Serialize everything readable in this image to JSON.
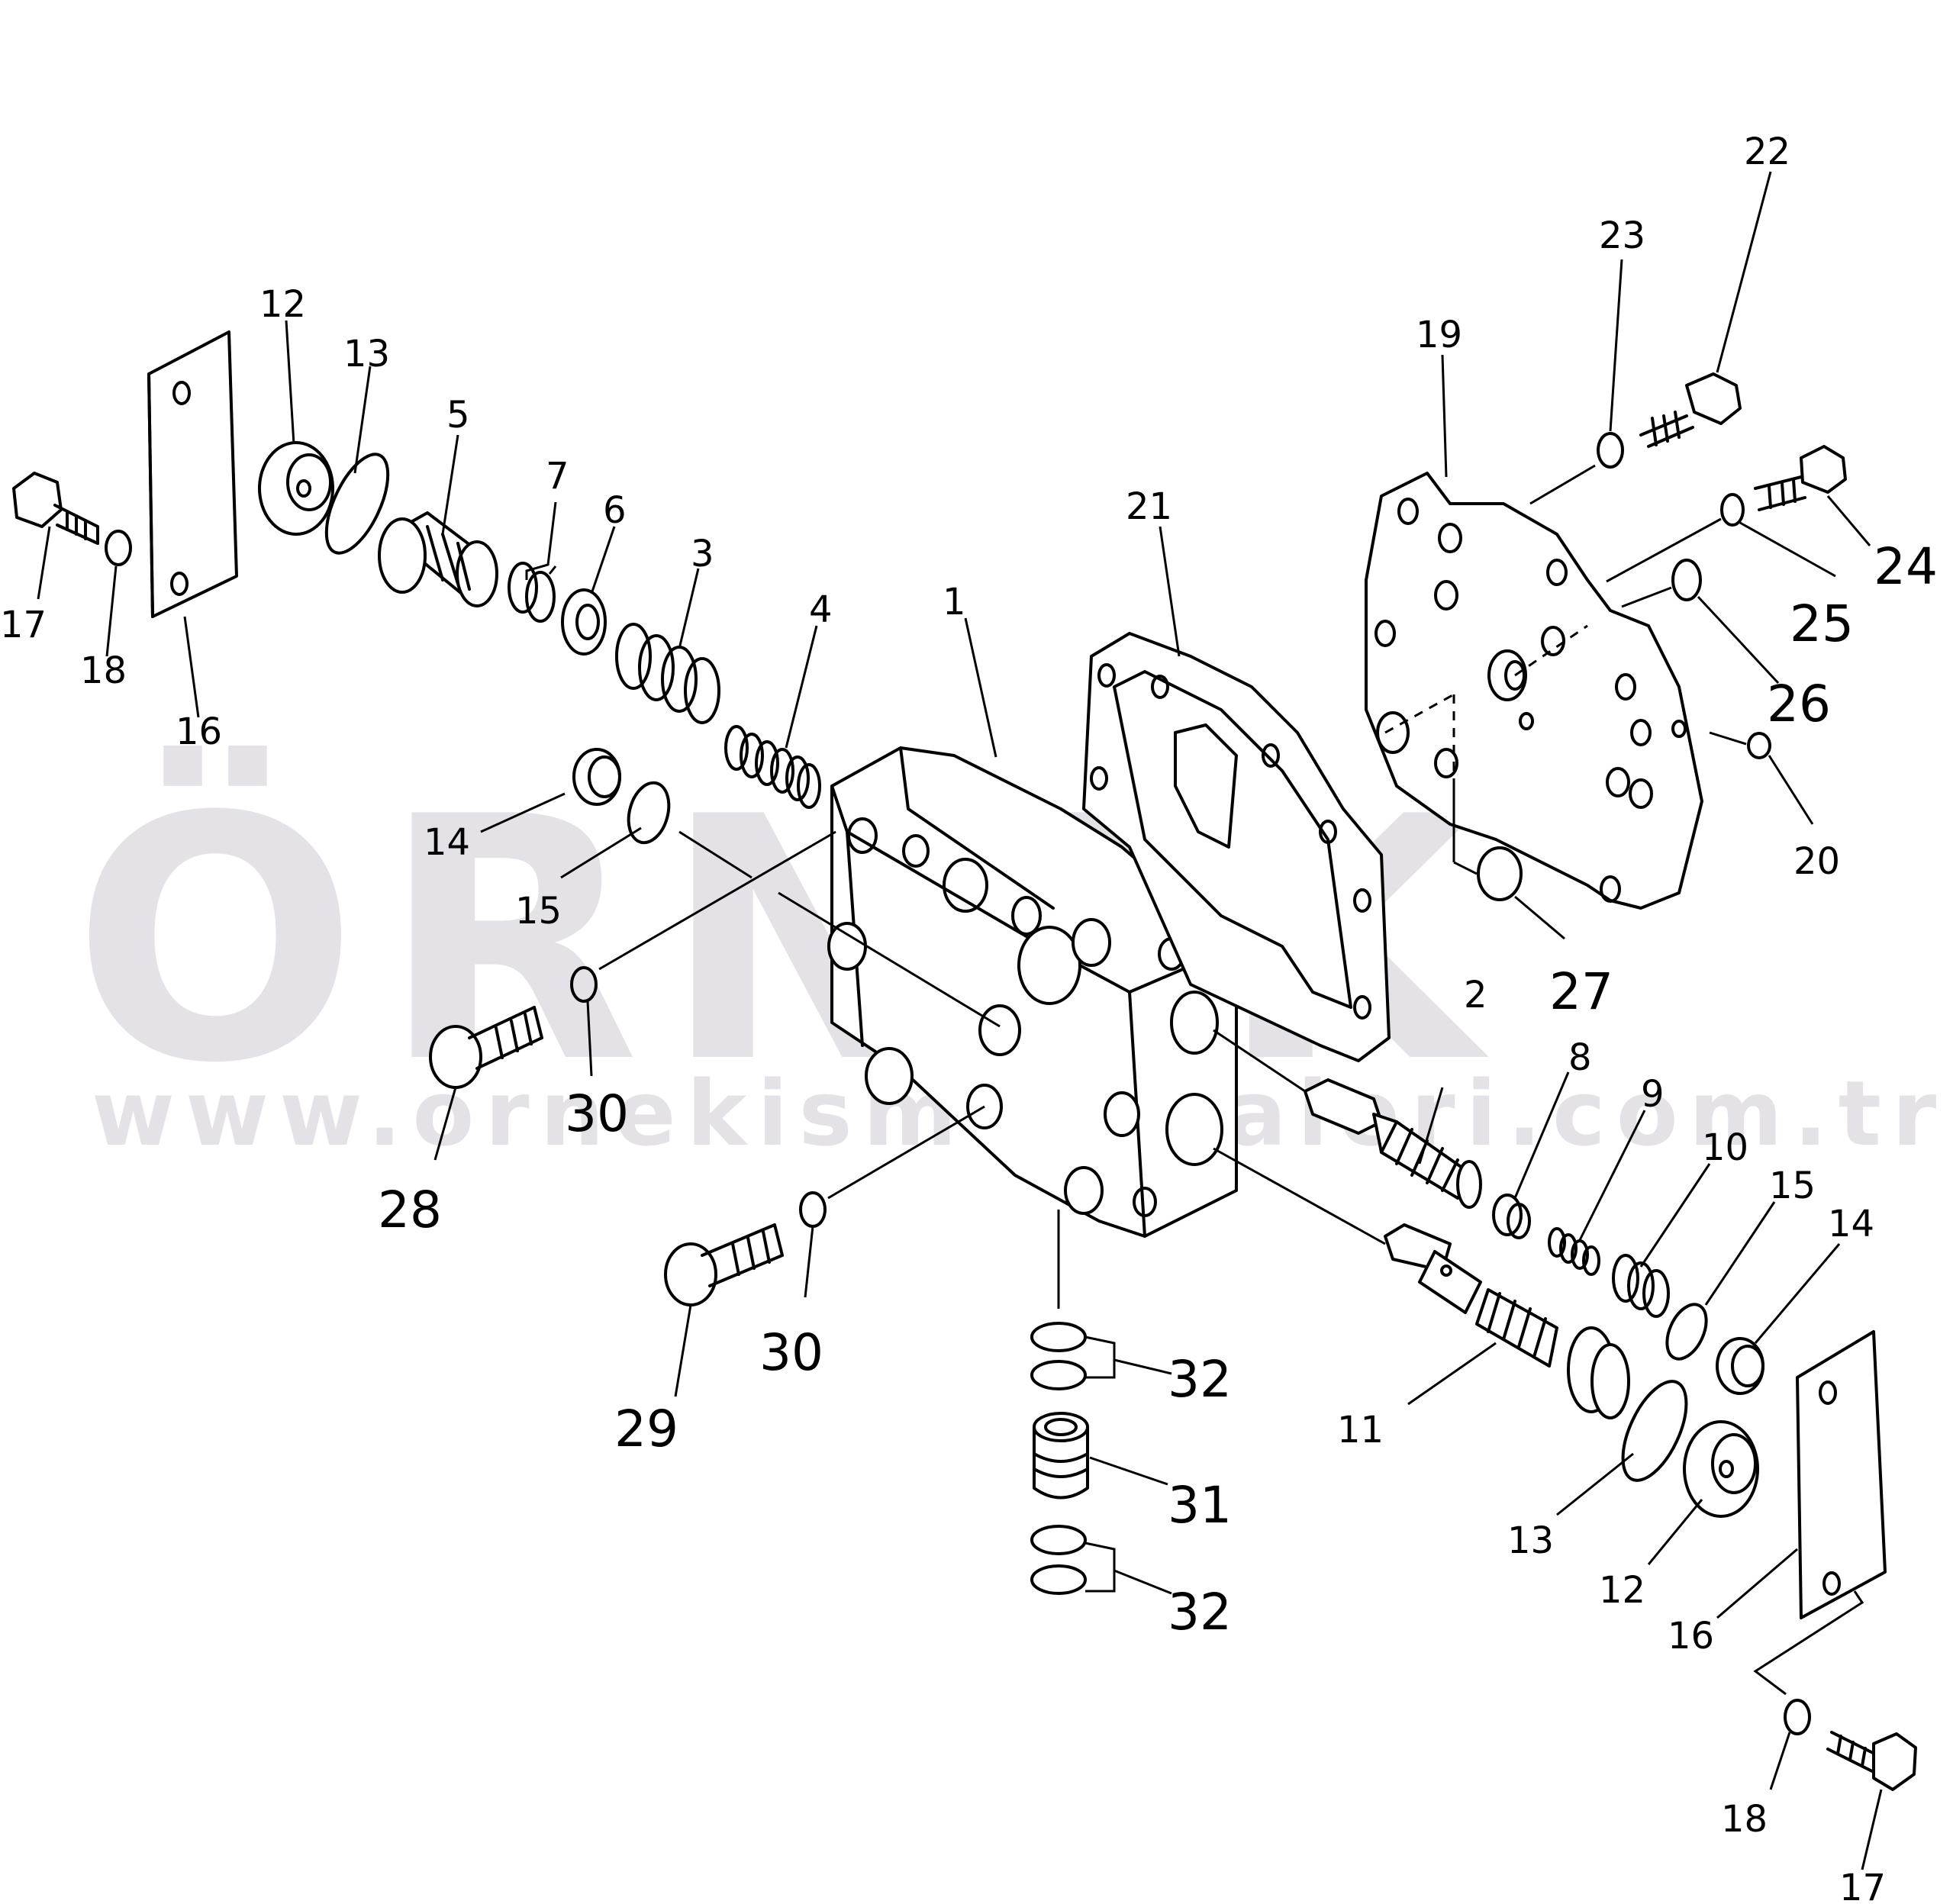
{
  "watermark": {
    "brand": "ÖRNEK",
    "url": "www.ornekismakinaleri.com.tr",
    "accent_color": "#f5d46e",
    "text_color": "#cfccd4"
  },
  "callouts": {
    "c1": "1",
    "c2": "2",
    "c3": "3",
    "c4": "4",
    "c5": "5",
    "c6": "6",
    "c7": "7",
    "c8": "8",
    "c9": "9",
    "c10": "10",
    "c11": "11",
    "c12a": "12",
    "c12b": "12",
    "c13a": "13",
    "c13b": "13",
    "c14a": "14",
    "c14b": "14",
    "c15a": "15",
    "c15b": "15",
    "c16a": "16",
    "c16b": "16",
    "c17a": "17",
    "c17b": "17",
    "c18a": "18",
    "c18b": "18",
    "c19": "19",
    "c20": "20",
    "c21": "21",
    "c22": "22",
    "c23": "23",
    "c24": "24",
    "c25": "25",
    "c26": "26",
    "c27": "27",
    "c28": "28",
    "c29": "29",
    "c30a": "30",
    "c30b": "30",
    "c31": "31",
    "c32a": "32",
    "c32b": "32"
  }
}
